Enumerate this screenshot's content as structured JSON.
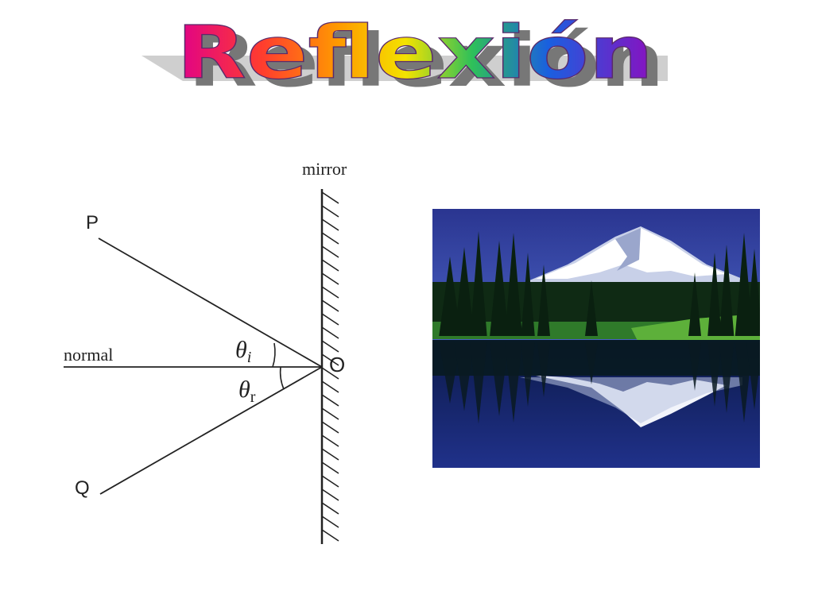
{
  "title": "Reflexión",
  "diagram": {
    "mirror_label": "mirror",
    "normal_label": "normal",
    "point_p": "P",
    "point_q": "Q",
    "point_o": "O",
    "theta": "θ",
    "incident_subscript": "i",
    "reflected_subscript": "r"
  },
  "photo": {
    "subject": "snow-capped mountain reflected in a lake"
  },
  "colors": {
    "title_gradient": [
      "#d4009a",
      "#ff7a00",
      "#ffd800",
      "#2bb673",
      "#1f5fd0",
      "#7a1fb0"
    ],
    "title_shadow": "#9a9a9a",
    "line": "#222222",
    "sky": "#2a3a9a",
    "snow": "#ffffff",
    "forest": "#103018",
    "water": "#1b2b7a"
  }
}
